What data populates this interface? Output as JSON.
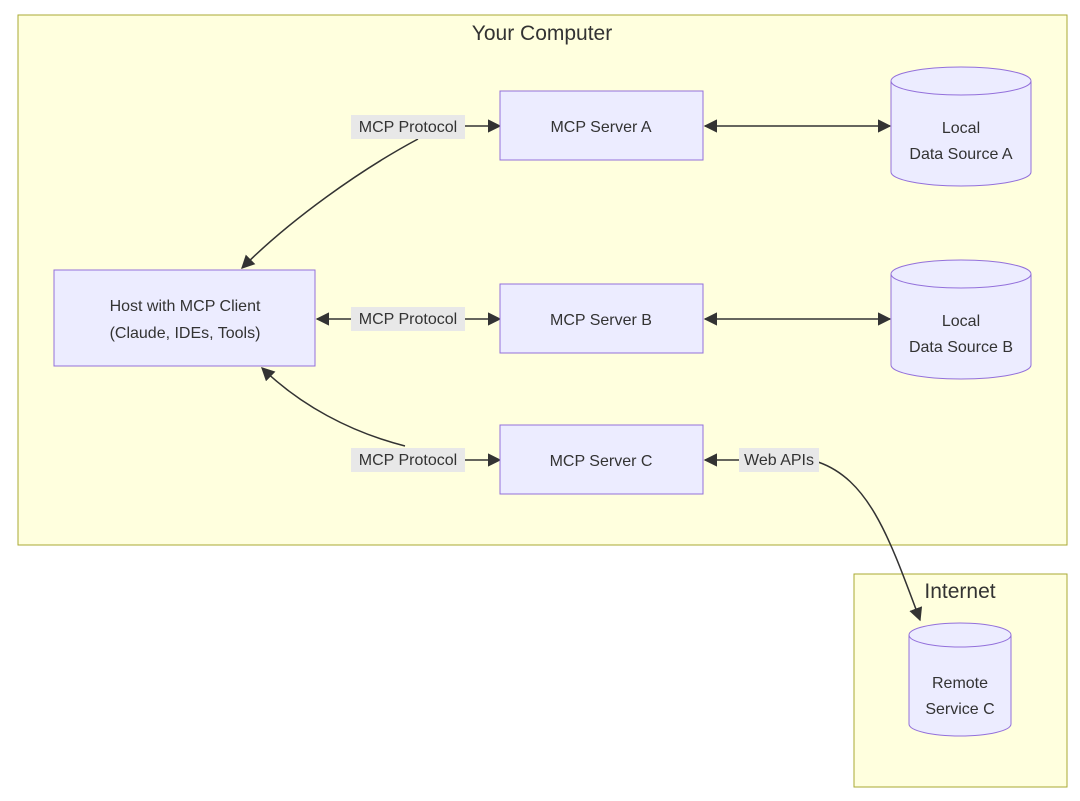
{
  "colors": {
    "cluster_fill": "#ffffde",
    "cluster_stroke": "#aaaa33",
    "node_fill": "#ececff",
    "node_stroke": "#9370db",
    "edge": "#333333",
    "label_bg": "#e8e8e8",
    "text": "#333333"
  },
  "clusters": {
    "your_computer": "Your Computer",
    "internet": "Internet"
  },
  "nodes": {
    "host": {
      "line1": "Host with MCP Client",
      "line2": "(Claude, IDEs, Tools)"
    },
    "server_a": "MCP Server A",
    "server_b": "MCP Server B",
    "server_c": "MCP Server C",
    "local_a": {
      "line1": "Local",
      "line2": "Data Source A"
    },
    "local_b": {
      "line1": "Local",
      "line2": "Data Source B"
    },
    "remote_c": {
      "line1": "Remote",
      "line2": "Service C"
    }
  },
  "edges": {
    "host_server_a": "MCP Protocol",
    "host_server_b": "MCP Protocol",
    "host_server_c": "MCP Protocol",
    "server_c_remote": "Web APIs"
  }
}
